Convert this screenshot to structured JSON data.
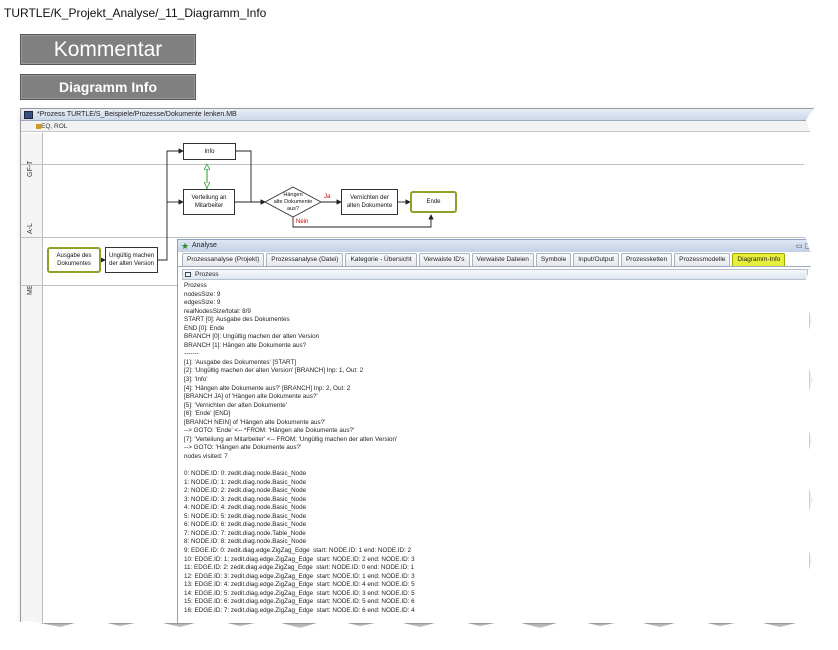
{
  "breadcrumb": "TURTLE/K_Projekt_Analyse/_11_Diagramm_Info",
  "buttons": {
    "kommentar": "Kommentar",
    "diagramm_info": "Diagramm Info"
  },
  "window": {
    "title": "*Prozess TURTLE/S_Beispiele/Prozesse/Dokumente lenken.MB",
    "subtitle": "EQ, ROL"
  },
  "lanes": [
    "GF-T",
    "A-L",
    "MB"
  ],
  "nodes": {
    "info": "Info",
    "verteilung": "Verteilung an\nMitarbeiter",
    "haengen": "Hängen\nalte Dokumente\naus?",
    "vernichten": "Vernichten der\nalten Dokumente",
    "ende": "Ende",
    "ausgabe": "Ausgabe des\nDokumentes",
    "ungueltig": "Ungültig machen\nder alten Version"
  },
  "edge_labels": {
    "ja": "Ja",
    "nein": "Nein"
  },
  "colors": {
    "start_end_border": "#8aa22a",
    "dash_arrow": "#2a9a2a",
    "ja_nein": "#cc0000",
    "active_tab": "#e7ef3a"
  },
  "panel": {
    "title": "Analyse",
    "tabs": [
      "Prozessanalyse (Projekt)",
      "Prozessanalyse (Datei)",
      "Kategorie - Übersicht",
      "Verwaiste ID's",
      "Verwaiste Dateien",
      "Symbole",
      "Input/Output",
      "Prozessketten",
      "Prozessmodelle",
      "Diagramm-Info"
    ],
    "active_tab": "Diagramm-Info",
    "subtab": "Prozess",
    "lines": [
      "Prozess",
      "nodesSize: 9",
      "edgesSize: 9",
      "realNodesSize/total: 8/9",
      "START [0]: Ausgabe des Dokumentes",
      "END [0]: Ende",
      "BRANCH [0]: Ungültig machen der alten Version",
      "BRANCH [1]: Hängen alte Dokumente aus?",
      "-------",
      "[1]: 'Ausgabe des Dokumentes' [START]",
      "[2]: 'Ungültig machen der alten Version' [BRANCH] Inp: 1, Out: 2",
      "[3]: 'Info'",
      "[4]: 'Hängen alte Dokumente aus?' [BRANCH] Inp: 2, Out: 2",
      "[BRANCH JA] of 'Hängen alte Dokumente aus?'",
      "[5]: 'Vernichten der alten Dokumente'",
      "[6]: 'Ende' [END]",
      "[BRANCH NEIN] of 'Hängen alte Dokumente aus?'",
      "--> GOTO: 'Ende' <-- *FROM: 'Hängen alte Dokumente aus?'",
      "[7]: 'Verteilung an Mitarbeiter' <-- FROM: 'Ungültig machen der alten Version'",
      "--> GOTO: 'Hängen alte Dokumente aus?'",
      "nodes visited: 7",
      "",
      "0: NODE.ID: 0: zedit.diag.node.Basic_Node",
      "1: NODE.ID: 1: zedit.diag.node.Basic_Node",
      "2: NODE.ID: 2: zedit.diag.node.Basic_Node",
      "3: NODE.ID: 3: zedit.diag.node.Basic_Node",
      "4: NODE.ID: 4: zedit.diag.node.Basic_Node",
      "5: NODE.ID: 5: zedit.diag.node.Basic_Node",
      "6: NODE.ID: 6: zedit.diag.node.Basic_Node",
      "7: NODE.ID: 7: zedit.diag.node.Table_Node",
      "8: NODE.ID: 8: zedit.diag.node.Basic_Node",
      "9: EDGE.ID: 0: zedit.diag.edge.ZigZag_Edge  start: NODE.ID: 1 end: NODE.ID: 2",
      "10: EDGE.ID: 1: zedit.diag.edge.ZigZag_Edge  start: NODE.ID: 2 end: NODE.ID: 3",
      "11: EDGE.ID: 2: zedit.diag.edge.ZigZag_Edge  start: NODE.ID: 0 end: NODE.ID: 1",
      "12: EDGE.ID: 3: zedit.diag.edge.ZigZag_Edge  start: NODE.ID: 1 end: NODE.ID: 3",
      "13: EDGE.ID: 4: zedit.diag.edge.ZigZag_Edge  start: NODE.ID: 4 end: NODE.ID: 5",
      "14: EDGE.ID: 5: zedit.diag.edge.ZigZag_Edge  start: NODE.ID: 3 end: NODE.ID: 5",
      "15: EDGE.ID: 6: zedit.diag.edge.ZigZag_Edge  start: NODE.ID: 5 end: NODE.ID: 6",
      "16: EDGE.ID: 7: zedit.diag.edge.ZigZag_Edge  start: NODE.ID: 6 end: NODE.ID: 4"
    ]
  }
}
